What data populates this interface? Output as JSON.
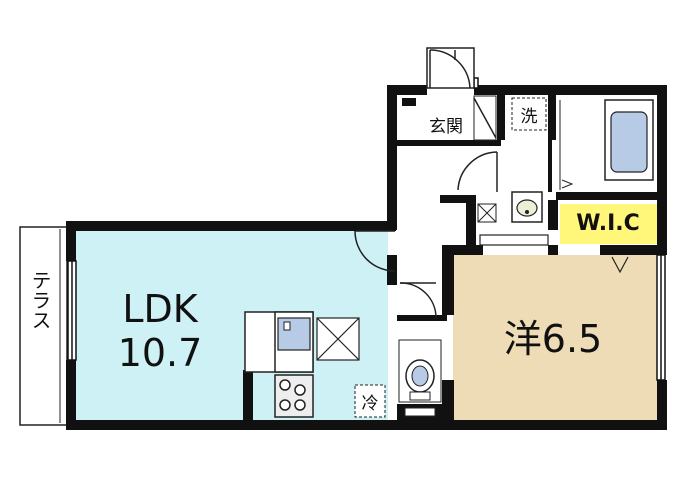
{
  "rooms": {
    "ldk": {
      "name": "LDK",
      "size": "10.7"
    },
    "bedroom": {
      "name": "洋6.5"
    },
    "wic": {
      "name": "W.I.C"
    },
    "entrance": {
      "name": "玄関"
    },
    "washer": {
      "name": "洗"
    },
    "fridge": {
      "name": "冷"
    },
    "terrace": {
      "name": "テラス"
    }
  },
  "colors": {
    "ldk_fill": "#cdf1f4",
    "bedroom_fill": "#eddcb5",
    "wic_fill": "#fff77a",
    "wall": "#111111",
    "bath_blue": "#b7cbe6"
  },
  "icons": [
    "door-swing-icon",
    "bathtub-icon",
    "toilet-icon",
    "wash-basin-icon",
    "stove-icon",
    "sink-icon",
    "window-icon"
  ]
}
